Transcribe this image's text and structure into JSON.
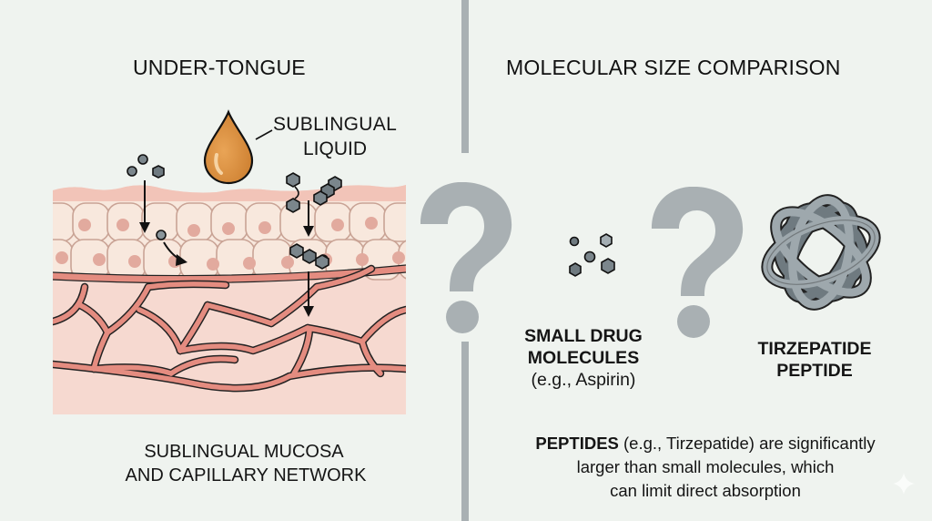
{
  "left_panel": {
    "title": "UNDER-TONGUE",
    "droplet_label_line1": "SUBLINGUAL",
    "droplet_label_line2": "LIQUID",
    "caption_line1": "SUBLINGUAL MUCOSA",
    "caption_line2": "AND CAPILLARY NETWORK"
  },
  "right_panel": {
    "title": "MOLECULAR SIZE COMPARISON",
    "small_molecules_line1": "SMALL DRUG",
    "small_molecules_line2": "MOLECULES",
    "small_molecules_example": "(e.g., Aspirin)",
    "peptide_line1": "TIRZEPATIDE",
    "peptide_line2": "PEPTIDE",
    "note_bold": "PEPTIDES",
    "note_line1_rest": " (e.g., Tirzepatide) are significantly",
    "note_line2": "larger than small molecules, which",
    "note_line3": "can limit direct absorption"
  },
  "icons": {
    "question_mark": "?",
    "droplet": "liquid-drop",
    "molecules": "hexagon-molecule",
    "peptide": "tangled-coil"
  },
  "colors": {
    "background": "#eff3ef",
    "divider": "#a9b0b3",
    "question_mark": "#a9b0b3",
    "droplet": "#d9903e",
    "mucosa_top": "#f2c4b8",
    "cells": "#f8e8dd",
    "cell_nucleus": "#e2aa9e",
    "submucosa": "#f6d9d0",
    "capillary": "#e48c80",
    "molecule": "#7b868c"
  }
}
